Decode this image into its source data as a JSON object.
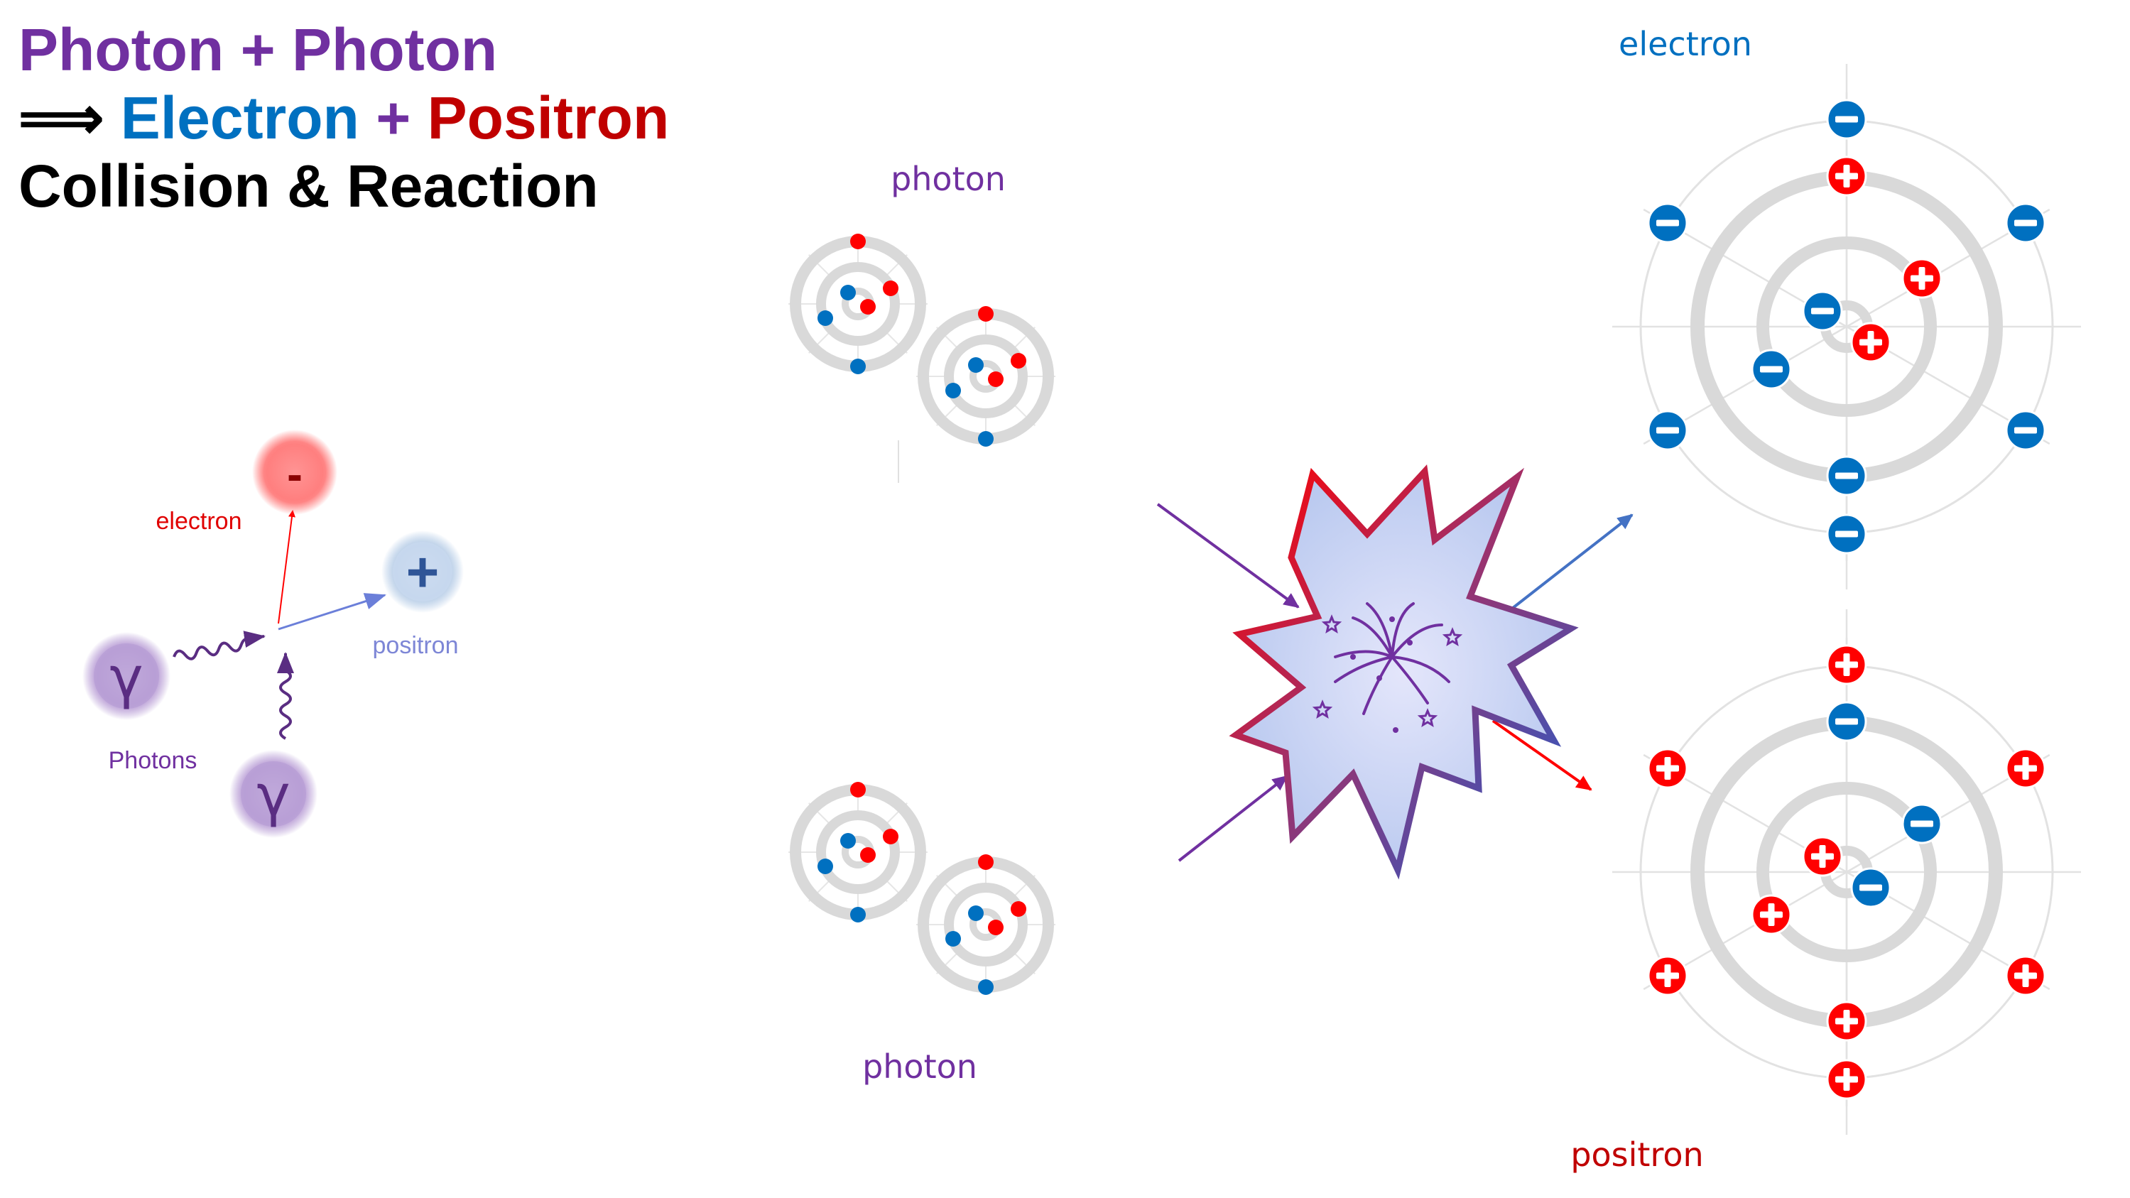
{
  "title": {
    "line1": {
      "a": "Photon",
      "plus": "+",
      "b": "Photon"
    },
    "line2": {
      "arrow": "⟹",
      "a": "Electron",
      "plus": "+",
      "b": "Positron"
    },
    "line3": "Collision & Reaction"
  },
  "small_diagram": {
    "electron_sign": "-",
    "positron_sign": "+",
    "gamma_symbol": "γ",
    "electron_label": "electron",
    "positron_label": "positron",
    "photons_label": "Photons"
  },
  "labels": {
    "photon_top": "photon",
    "photon_bottom": "photon",
    "electron": "electron",
    "positron": "positron"
  },
  "colors": {
    "purple": "#7030a0",
    "blue": "#0070c0",
    "red": "#c00000",
    "bright_red": "#ff0000",
    "ring_gray": "#d9d9d9"
  },
  "icons": [
    "electron-icon",
    "positron-icon",
    "gamma-photon-icon",
    "explosion-icon",
    "fireworks-icon",
    "minus-icon",
    "plus-icon"
  ]
}
